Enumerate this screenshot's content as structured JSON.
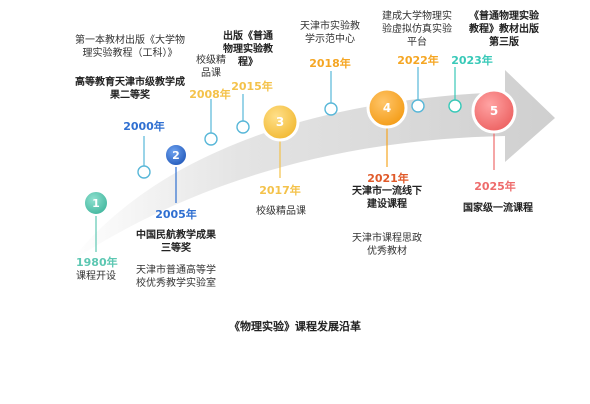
{
  "colors": {
    "teal": "#5cc7b2",
    "blue": "#2f6fd1",
    "lightblue": "#58b7d8",
    "orange": "#f5a623",
    "gold": "#f4c24a",
    "red": "#ee6b6b",
    "aqua": "#38c9b8",
    "arrow": "#d9d9d9"
  },
  "milestones": [
    {
      "id": "m1980",
      "year": "1980年",
      "lines": [
        "课程开设"
      ],
      "circle": "1"
    },
    {
      "id": "m2000",
      "year": "2000年",
      "lines": [
        "第一本教材出版《大学物",
        "理实验教程（工科）》"
      ],
      "bold": [
        "高等教育天津市级教学成",
        "果二等奖"
      ]
    },
    {
      "id": "m2005",
      "year": "2005年",
      "circle": "2",
      "bold": [
        "中国民航教学成果",
        "三等奖"
      ],
      "lines": [
        "天津市普通高等学",
        "校优秀教学实验室"
      ]
    },
    {
      "id": "m2008",
      "year": "2008年",
      "lines": [
        "校级精",
        "品课"
      ]
    },
    {
      "id": "m2015",
      "year": "2015年",
      "bold": [
        "出版《普通",
        "物理实验教",
        "程》"
      ]
    },
    {
      "id": "m2017",
      "year": "2017年",
      "circle": "3",
      "lines": [
        "校级精品课"
      ]
    },
    {
      "id": "m2018",
      "year": "2018年",
      "lines": [
        "天津市实验教",
        "学示范中心"
      ]
    },
    {
      "id": "m2021",
      "year": "2021年",
      "circle": "4",
      "bold": [
        "天津市一流线下",
        "建设课程"
      ],
      "lines": [
        "天津市课程思政",
        "优秀教材"
      ]
    },
    {
      "id": "m2022",
      "year": "2022年",
      "lines": [
        "建成大学物理实",
        "验虚拟仿真实验",
        "平台"
      ]
    },
    {
      "id": "m2023",
      "year": "2023年",
      "bold": [
        "《普通物理实验",
        "教程》教材出版",
        "第三版"
      ]
    },
    {
      "id": "m2025",
      "year": "2025年",
      "circle": "5",
      "bold": [
        "国家级一流课程"
      ]
    }
  ],
  "caption": "《物理实验》课程发展沿革"
}
